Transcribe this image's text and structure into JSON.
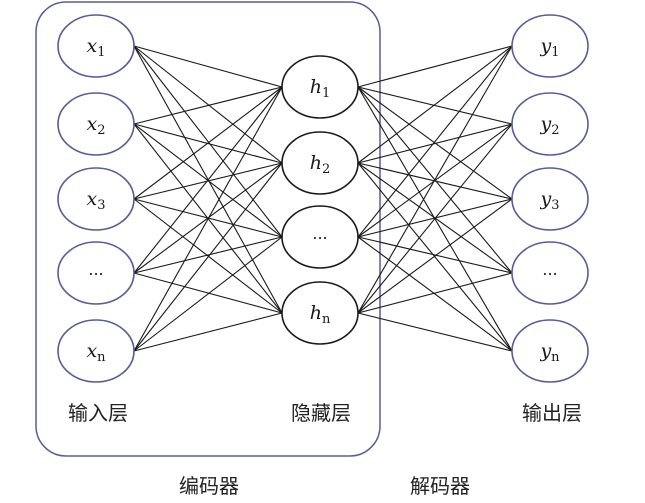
{
  "colors": {
    "input_node_stroke": "#5b5a9a",
    "hidden_node_stroke": "#1a1a1a",
    "output_node_stroke": "#5b5a9a",
    "encoder_box_stroke": "#5b5a9a",
    "edge_stroke": "#1a1a1a"
  },
  "layers": {
    "input": {
      "label": "输入层",
      "nodes": [
        {
          "symbol": "x",
          "sub": "1"
        },
        {
          "symbol": "x",
          "sub": "2"
        },
        {
          "symbol": "x",
          "sub": "3"
        },
        {
          "symbol": "...",
          "sub": ""
        },
        {
          "symbol": "x",
          "sub": "n"
        }
      ]
    },
    "hidden": {
      "label": "隐藏层",
      "nodes": [
        {
          "symbol": "h",
          "sub": "1"
        },
        {
          "symbol": "h",
          "sub": "2"
        },
        {
          "symbol": "...",
          "sub": ""
        },
        {
          "symbol": "h",
          "sub": "n"
        }
      ]
    },
    "output": {
      "label": "输出层",
      "nodes": [
        {
          "symbol": "y",
          "sub": "1"
        },
        {
          "symbol": "y",
          "sub": "2"
        },
        {
          "symbol": "y",
          "sub": "3"
        },
        {
          "symbol": "...",
          "sub": ""
        },
        {
          "symbol": "y",
          "sub": "n"
        }
      ]
    }
  },
  "encoder_label": "编码器",
  "decoder_label": "解码器"
}
